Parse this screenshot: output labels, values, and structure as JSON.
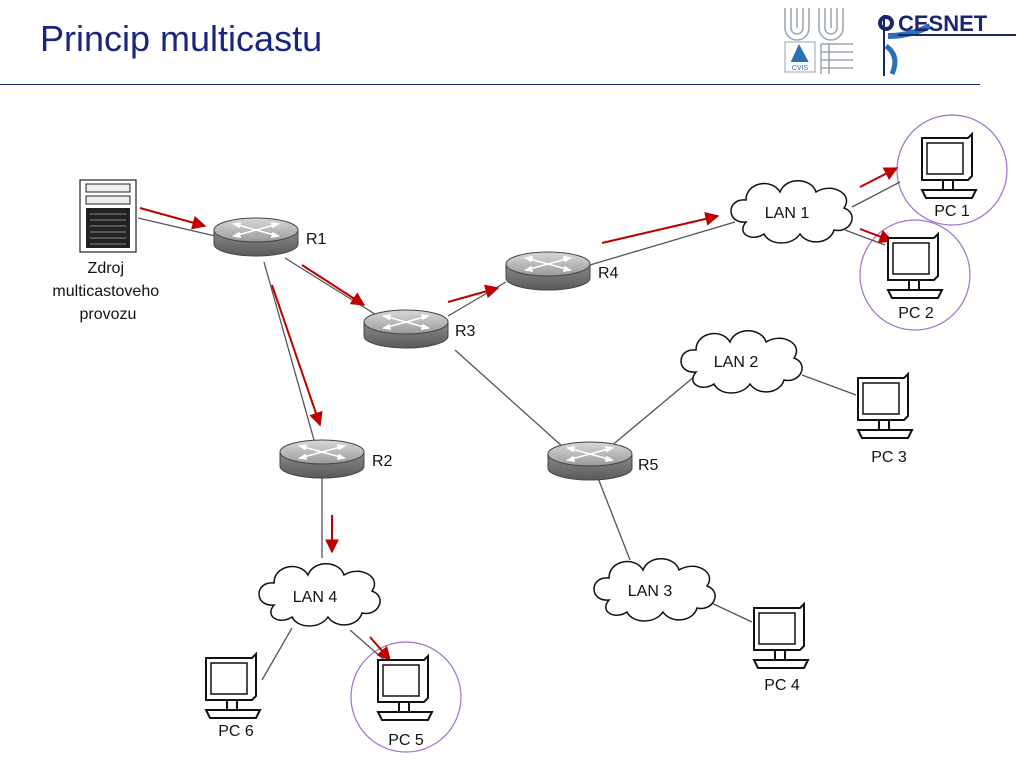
{
  "slide": {
    "title": "Princip multicastu"
  },
  "logos": {
    "cvis_text": "CVIS",
    "cesnet_text": "CESNET"
  },
  "colors": {
    "title": "#1a2580",
    "arrow": "#c00000",
    "circle": "#a070d0",
    "link": "#555555"
  },
  "source": {
    "label_lines": [
      "Zdroj",
      "multicastoveho",
      "provozu"
    ]
  },
  "routers": [
    {
      "id": "r1",
      "label": "R1"
    },
    {
      "id": "r2",
      "label": "R2"
    },
    {
      "id": "r3",
      "label": "R3"
    },
    {
      "id": "r4",
      "label": "R4"
    },
    {
      "id": "r5",
      "label": "R5"
    }
  ],
  "lans": [
    {
      "id": "lan1",
      "label": "LAN 1"
    },
    {
      "id": "lan2",
      "label": "LAN 2"
    },
    {
      "id": "lan3",
      "label": "LAN 3"
    },
    {
      "id": "lan4",
      "label": "LAN 4"
    }
  ],
  "pcs": [
    {
      "id": "pc1",
      "label": "PC 1",
      "receiver": true
    },
    {
      "id": "pc2",
      "label": "PC 2",
      "receiver": true
    },
    {
      "id": "pc3",
      "label": "PC 3",
      "receiver": false
    },
    {
      "id": "pc4",
      "label": "PC 4",
      "receiver": false
    },
    {
      "id": "pc5",
      "label": "PC 5",
      "receiver": true
    },
    {
      "id": "pc6",
      "label": "PC 6",
      "receiver": false
    }
  ],
  "links": [
    [
      "source",
      "r1"
    ],
    [
      "r1",
      "r3"
    ],
    [
      "r1",
      "r2"
    ],
    [
      "r3",
      "r4"
    ],
    [
      "r4",
      "lan1"
    ],
    [
      "lan1",
      "pc1"
    ],
    [
      "lan1",
      "pc2"
    ],
    [
      "r3",
      "r5"
    ],
    [
      "r5",
      "lan2"
    ],
    [
      "lan2",
      "pc3"
    ],
    [
      "r5",
      "lan3"
    ],
    [
      "lan3",
      "pc4"
    ],
    [
      "r2",
      "lan4"
    ],
    [
      "lan4",
      "pc5"
    ],
    [
      "lan4",
      "pc6"
    ]
  ],
  "multicast_flows": [
    [
      "source",
      "r1"
    ],
    [
      "r1",
      "r3"
    ],
    [
      "r1",
      "r2"
    ],
    [
      "r3",
      "r4"
    ],
    [
      "r4",
      "lan1"
    ],
    [
      "lan1",
      "pc1"
    ],
    [
      "lan1",
      "pc2"
    ],
    [
      "r2",
      "lan4"
    ],
    [
      "lan4",
      "pc5"
    ]
  ]
}
